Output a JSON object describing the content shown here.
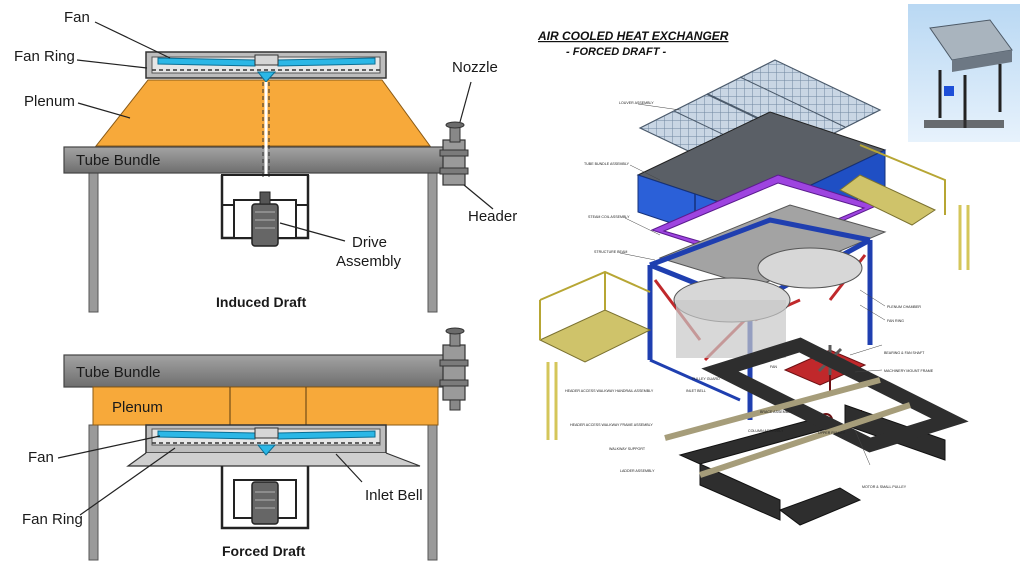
{
  "induced": {
    "caption": "Induced Draft",
    "fan": "Fan",
    "fan_ring": "Fan Ring",
    "plenum": "Plenum",
    "nozzle": "Nozzle",
    "tube_bundle": "Tube Bundle",
    "header": "Header",
    "drive_1": "Drive",
    "drive_2": "Assembly"
  },
  "forced": {
    "caption": "Forced Draft",
    "tube_bundle": "Tube Bundle",
    "plenum": "Plenum",
    "fan": "Fan",
    "fan_ring": "Fan Ring",
    "inlet_bell": "Inlet Bell"
  },
  "exploded": {
    "title_1": "AIR COOLED HEAT EXCHANGER",
    "title_2": "- FORCED DRAFT -",
    "callouts": {
      "louver": "LOUVER ASSEMBLY",
      "tube_bundle": "TUBE BUNDLE ASSEMBLY",
      "steam_coil": "STEAM COIL ASSEMBLY",
      "structure_beam": "STRUCTURE BEAM",
      "plenum_chamber": "PLENUM CHAMBER",
      "fan_ring": "FAN RING",
      "bearing_shaft": "BEARING & FAN SHAFT",
      "machinery_frame": "MACHINERY MOUNT FRAME",
      "fan": "FAN",
      "pulley_guard": "PULLEY GUARD",
      "inlet_bell": "INLET BELL",
      "walkway_handrail": "HEADER ACCESS WALKWAY HANDRAIL ASSEMBLY",
      "walkway_frame": "HEADER ACCESS WALKWAY FRAME ASSEMBLY",
      "brace": "BRACE ASSEMBLY",
      "upper_pulley": "UPPER PULLEY",
      "walkway_support": "WALKWAY SUPPORT",
      "column": "COLUMN ASSEMBLY",
      "ladder": "LADDER ASSEMBLY",
      "motor_pulley": "MOTOR & SMALL PULLEY"
    }
  },
  "colors": {
    "plenum": "#f7a93a",
    "tube_bundle": "#8c8c8c",
    "fan_blade": "#2bb7e6",
    "frame_blue": "#1f3fb0",
    "steam_coil": "#8a2bd1",
    "walkway": "#cfc36a",
    "concrete": "#2e2e2e"
  },
  "icons": [
    "motor-icon",
    "fan-icon",
    "nozzle-icon"
  ]
}
